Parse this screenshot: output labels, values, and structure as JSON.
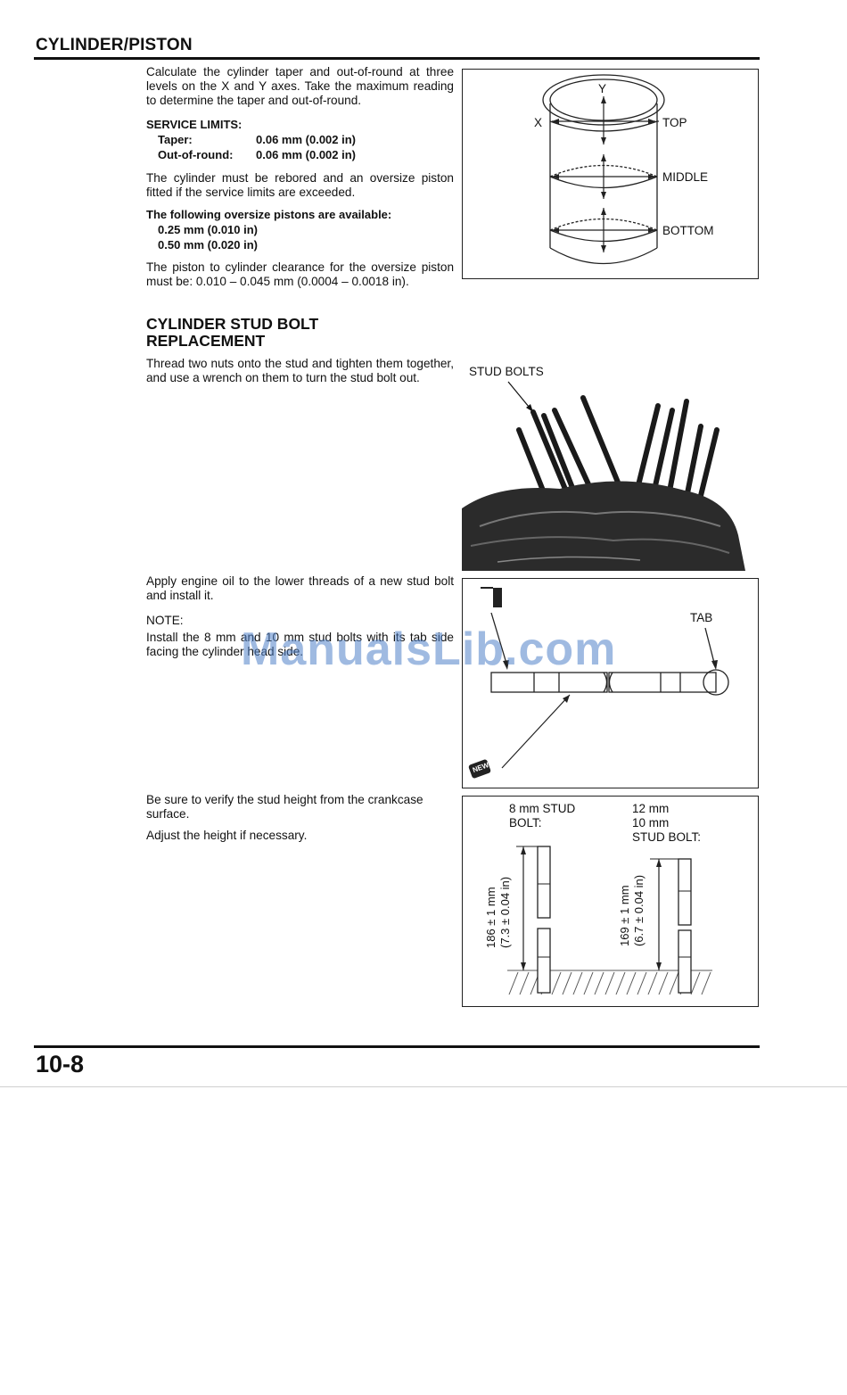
{
  "header": {
    "title": "CYLINDER/PISTON"
  },
  "intro": {
    "paragraph": "Calculate the cylinder taper and out-of-round at three levels on the X and Y axes. Take the maximum reading to determine the taper and out-of-round.",
    "limits_heading": "SERVICE LIMITS:",
    "taper_label": "Taper:",
    "taper_value": "0.06 mm (0.002 in)",
    "oor_label": "Out-of-round:",
    "oor_value": "0.06 mm (0.002 in)",
    "rebore": "The cylinder must be rebored and an oversize piston fitted if the service limits are exceeded.",
    "oversize_heading": "The following oversize pistons are available:",
    "oversize_1": "0.25 mm (0.010 in)",
    "oversize_2": "0.50 mm (0.020 in)",
    "clearance": "The piston to cylinder clearance for the oversize piston must be: 0.010 – 0.045 mm (0.0004 – 0.0018 in)."
  },
  "fig_cylinder": {
    "y": "Y",
    "x": "X",
    "top": "TOP",
    "middle": "MIDDLE",
    "bottom": "BOTTOM"
  },
  "stud_section": {
    "heading_line1": "CYLINDER STUD BOLT",
    "heading_line2": "REPLACEMENT",
    "paragraph": "Thread two nuts onto the stud and tighten them together, and use a wrench on them to turn the stud bolt out."
  },
  "fig_studs": {
    "label": "STUD BOLTS"
  },
  "install": {
    "paragraph": "Apply engine oil to the lower threads of a new stud bolt and install it.",
    "note_label": "NOTE:",
    "note_text": "Install the 8 mm and 10 mm stud bolts with its tab side facing the cylinder head side."
  },
  "fig_tab": {
    "label": "TAB",
    "new_mark": "NEW"
  },
  "height": {
    "paragraph1": "Be sure to verify the stud height from the crankcase surface.",
    "paragraph2": "Adjust the height if necessary."
  },
  "fig_height": {
    "left_label_1": "8 mm STUD",
    "left_label_2": "BOLT:",
    "right_label_1": "12 mm",
    "right_label_2": "10 mm",
    "right_label_3": "STUD BOLT:",
    "left_dim_1": "186 ± 1 mm",
    "left_dim_2": "(7.3 ± 0.04 in)",
    "right_dim_1": "169 ± 1 mm",
    "right_dim_2": "(6.7 ± 0.04 in)"
  },
  "watermark": "ManualsLib.com",
  "footer": {
    "page_number": "10-8"
  }
}
